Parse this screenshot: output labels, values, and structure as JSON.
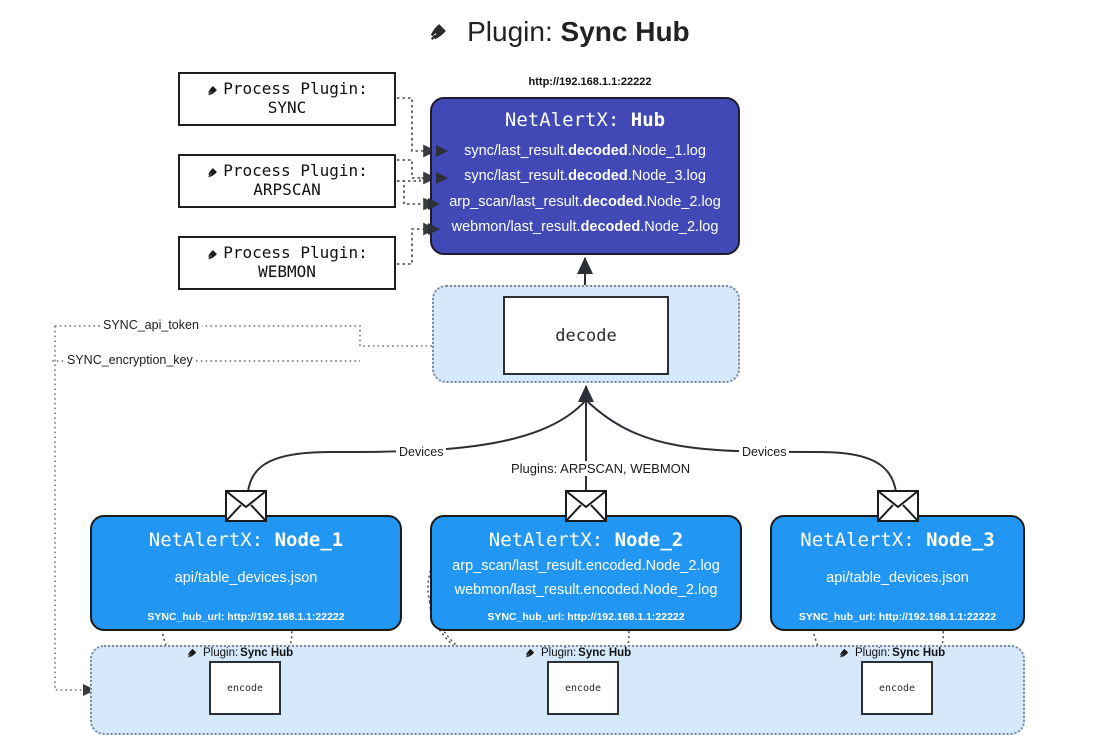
{
  "title": {
    "icon": "plug-icon",
    "prefix": "Plugin:",
    "name": "Sync Hub"
  },
  "colors": {
    "hub_fill": "#4049b5",
    "node_fill": "#2196f3",
    "container_fill": "#d6e9fb",
    "stroke": "#1b1b1b",
    "dotted_stroke": "#7a8a97"
  },
  "process_plugins": [
    {
      "icon": "plug-icon",
      "line1": "Process Plugin:",
      "line2": "SYNC"
    },
    {
      "icon": "plug-icon",
      "line1": "Process Plugin:",
      "line2": "ARPSCAN"
    },
    {
      "icon": "plug-icon",
      "line1": "Process Plugin:",
      "line2": "WEBMON"
    }
  ],
  "hub": {
    "url": "http://192.168.1.1:22222",
    "title_prefix": "NetAlertX:",
    "title_name": "Hub",
    "lines": [
      {
        "pre": "sync/last_result.",
        "mid": "decoded",
        "post": ".Node_1.log"
      },
      {
        "pre": "sync/last_result.",
        "mid": "decoded",
        "post": ".Node_3.log"
      },
      {
        "pre": "arp_scan/last_result.",
        "mid": "decoded",
        "post": ".Node_2.log"
      },
      {
        "pre": "webmon/last_result.",
        "mid": "decoded",
        "post": ".Node_2.log"
      }
    ]
  },
  "decode": {
    "label": "decode"
  },
  "secrets": {
    "api_token": "SYNC_api_token",
    "encryption_key": "SYNC_encryption_key"
  },
  "edges": {
    "devices_left": "Devices",
    "devices_right": "Devices",
    "plugins_center": "Plugins: ARPSCAN, WEBMON"
  },
  "nodes": [
    {
      "id": "node1",
      "title_prefix": "NetAlertX:",
      "title_name": "Node_1",
      "lines": [
        "api/table_devices.json"
      ],
      "footer": "SYNC_hub_url: http://192.168.1.1:22222",
      "envelope_icon": "envelope-icon"
    },
    {
      "id": "node2",
      "title_prefix": "NetAlertX:",
      "title_name": "Node_2",
      "lines": [
        "arp_scan/last_result.encoded.Node_2.log",
        "webmon/last_result.encoded.Node_2.log"
      ],
      "footer": "SYNC_hub_url: http://192.168.1.1:22222",
      "envelope_icon": "envelope-icon"
    },
    {
      "id": "node3",
      "title_prefix": "NetAlertX:",
      "title_name": "Node_3",
      "lines": [
        "api/table_devices.json"
      ],
      "footer": "SYNC_hub_url: http://192.168.1.1:22222",
      "envelope_icon": "envelope-icon"
    }
  ],
  "encoders": [
    {
      "icon": "plug-icon",
      "tag_prefix": "Plugin:",
      "tag_name": "Sync Hub",
      "label": "encode"
    },
    {
      "icon": "plug-icon",
      "tag_prefix": "Plugin:",
      "tag_name": "Sync Hub",
      "label": "encode"
    },
    {
      "icon": "plug-icon",
      "tag_prefix": "Plugin:",
      "tag_name": "Sync Hub",
      "label": "encode"
    }
  ]
}
